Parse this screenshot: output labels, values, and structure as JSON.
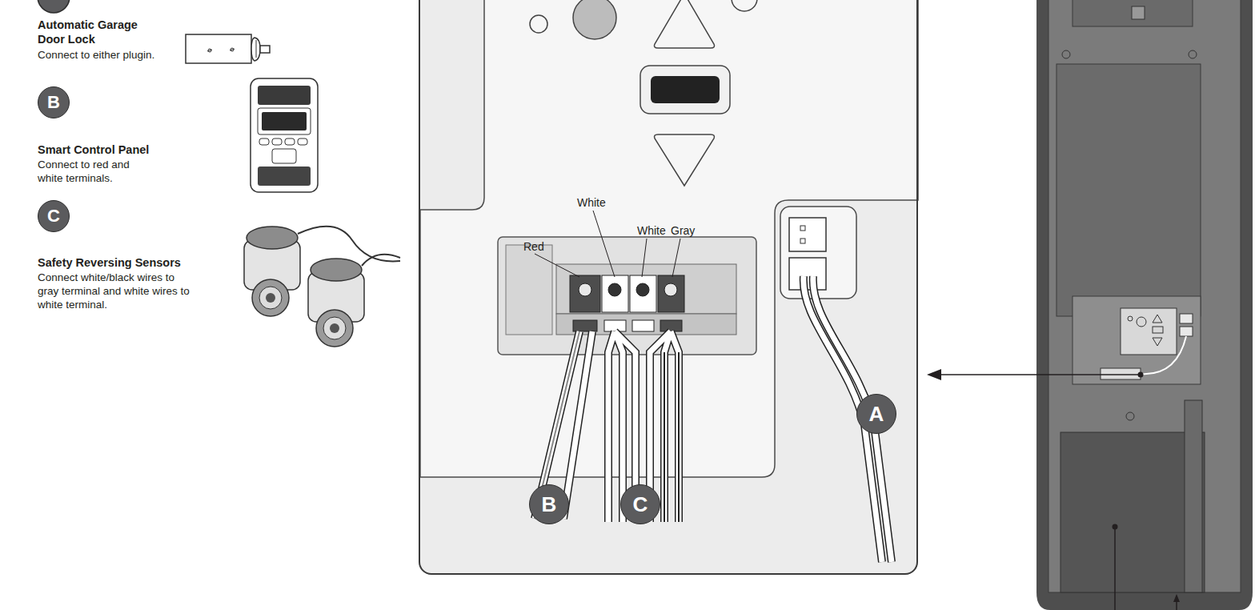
{
  "diagram": {
    "nodes": [
      {
        "text": [
          "B"
        ]
      },
      {
        "text": [
          "C"
        ]
      },
      {
        "text": [
          "Red",
          "White",
          "White",
          "Gray"
        ]
      },
      {
        "text": [
          "B"
        ],
        "in": 2
      },
      {
        "text": [
          "C"
        ],
        "in": 2
      },
      {
        "text": [
          "A"
        ],
        "in": 2
      }
    ],
    "labels": [
      "Automatic Garage Door Lock",
      "Connect to either plugin.",
      "Smart Control Panel",
      "Connect to red and white terminals.",
      "Safety Reversing Sensors",
      "Connect white/black wires to gray terminal and white wires to white terminal."
    ]
  }
}
